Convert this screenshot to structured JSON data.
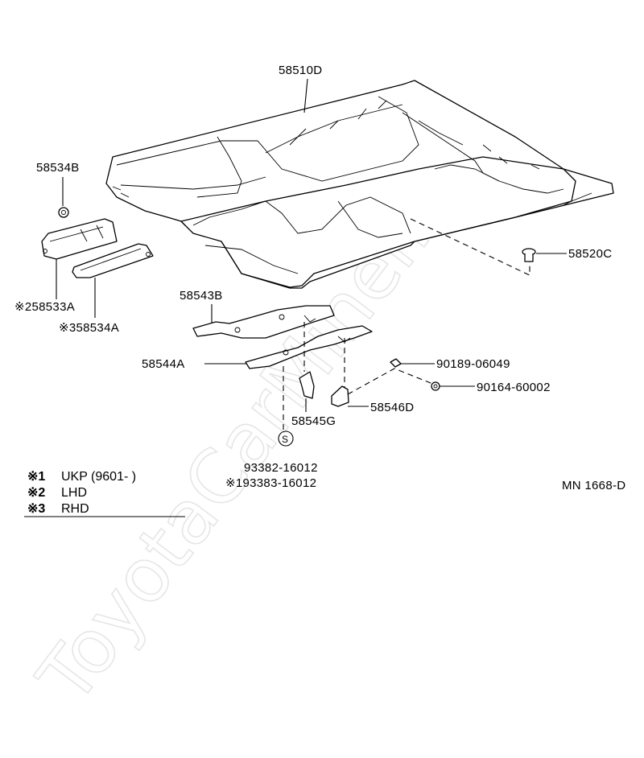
{
  "watermark": "ToyotaCarMiner.ru",
  "diagram_code": "MN 1668-D",
  "parts": {
    "floor_carpet": "58510D",
    "clip_58534b": "58534B",
    "plug_58520c": "58520C",
    "pad_58533a": "※258533A",
    "pad_58534a": "※358534A",
    "support_58543b": "58543B",
    "support_58544a": "58544A",
    "bracket_58545g": "58545G",
    "bracket_58546d": "58546D",
    "bolt_90189": "90189-06049",
    "nut_90164": "90164-60002",
    "screw_93382": "93382-16012",
    "screw_93383": "※193383-16012"
  },
  "s_symbol": "S",
  "notes": {
    "n1_mark": "※1",
    "n1_text": "UKP (9601-        )",
    "n2_mark": "※2",
    "n2_text": "LHD",
    "n3_mark": "※3",
    "n3_text": "RHD"
  }
}
